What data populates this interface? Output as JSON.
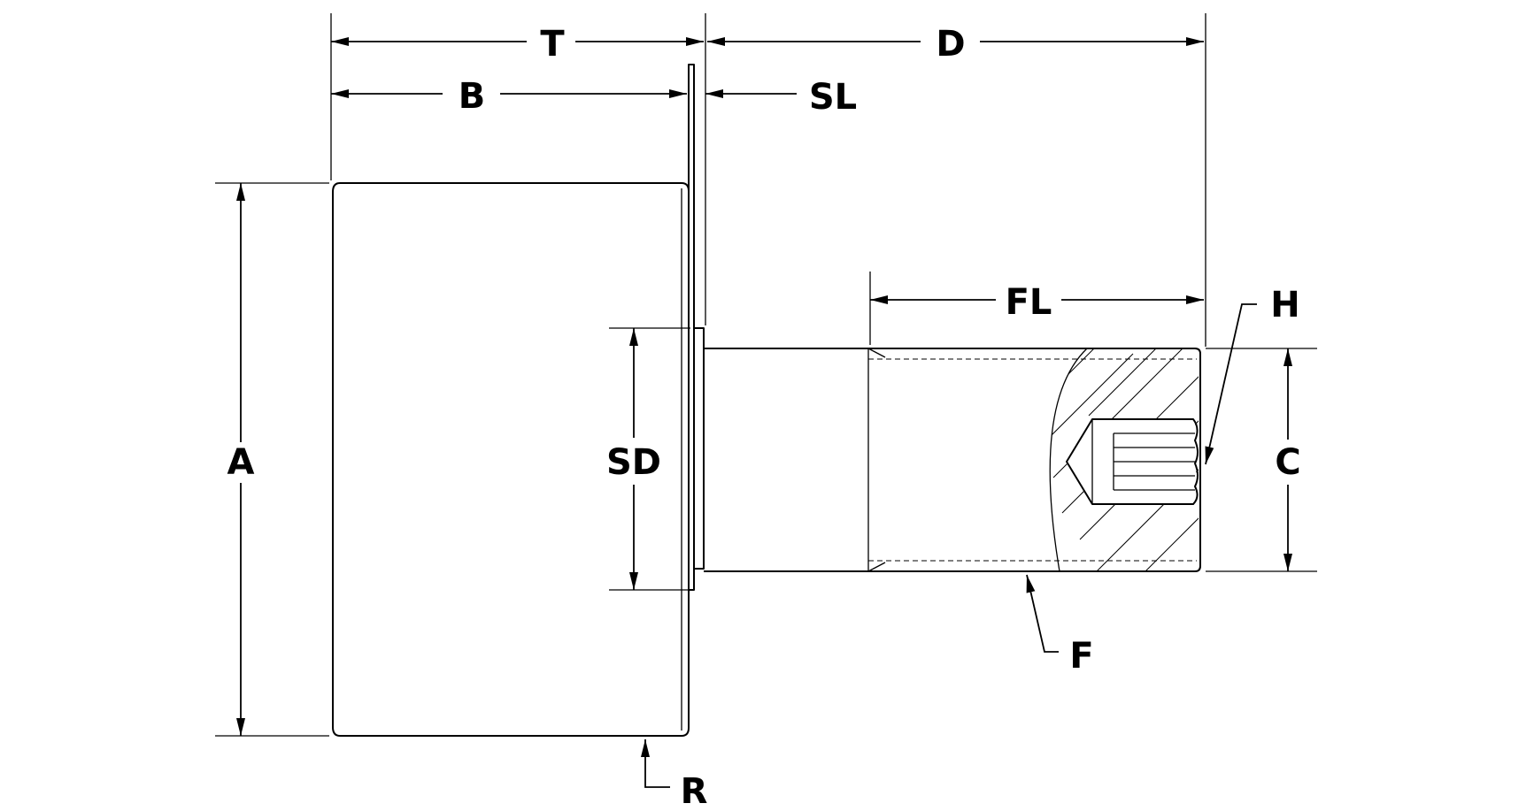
{
  "labels": {
    "T": "T",
    "D": "D",
    "B": "B",
    "SL": "SL",
    "A": "A",
    "SD": "SD",
    "FL": "FL",
    "H": "H",
    "C": "C",
    "F": "F",
    "R": "R"
  }
}
